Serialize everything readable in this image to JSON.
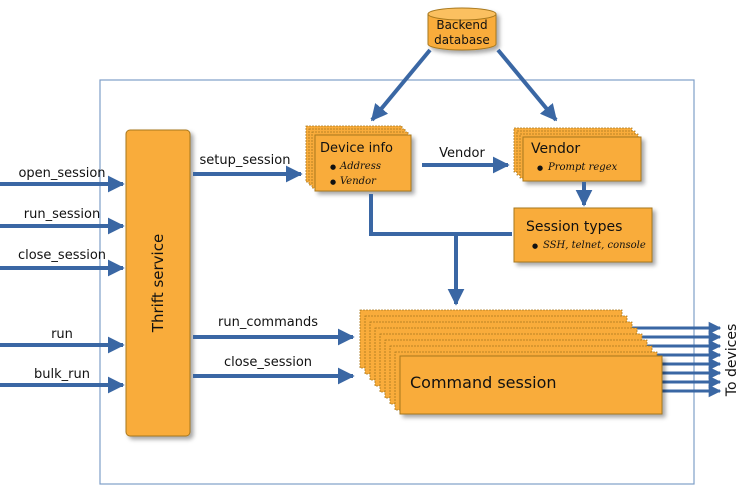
{
  "database": {
    "line1": "Backend",
    "line2": "database"
  },
  "thrift": {
    "label": "Thrift service"
  },
  "inputs": {
    "open_session": "open_session",
    "run_session": "run_session",
    "close_session": "close_session",
    "run": "run",
    "bulk_run": "bulk_run"
  },
  "flows": {
    "setup_session": "setup_session",
    "vendor": "Vendor",
    "run_commands": "run_commands",
    "close_session": "close_session"
  },
  "device_info": {
    "title": "Device info",
    "items": [
      "Address",
      "Vendor"
    ]
  },
  "vendor_box": {
    "title": "Vendor",
    "items": [
      "Prompt regex"
    ]
  },
  "session_types": {
    "title": "Session types",
    "items": [
      "SSH, telnet, console"
    ]
  },
  "command_session": {
    "title": "Command session"
  },
  "output": {
    "label": "To devices"
  },
  "colors": {
    "box_fill": "#f9ac3b",
    "arrow": "#3a67a4",
    "frame": "#7f9fc8"
  }
}
